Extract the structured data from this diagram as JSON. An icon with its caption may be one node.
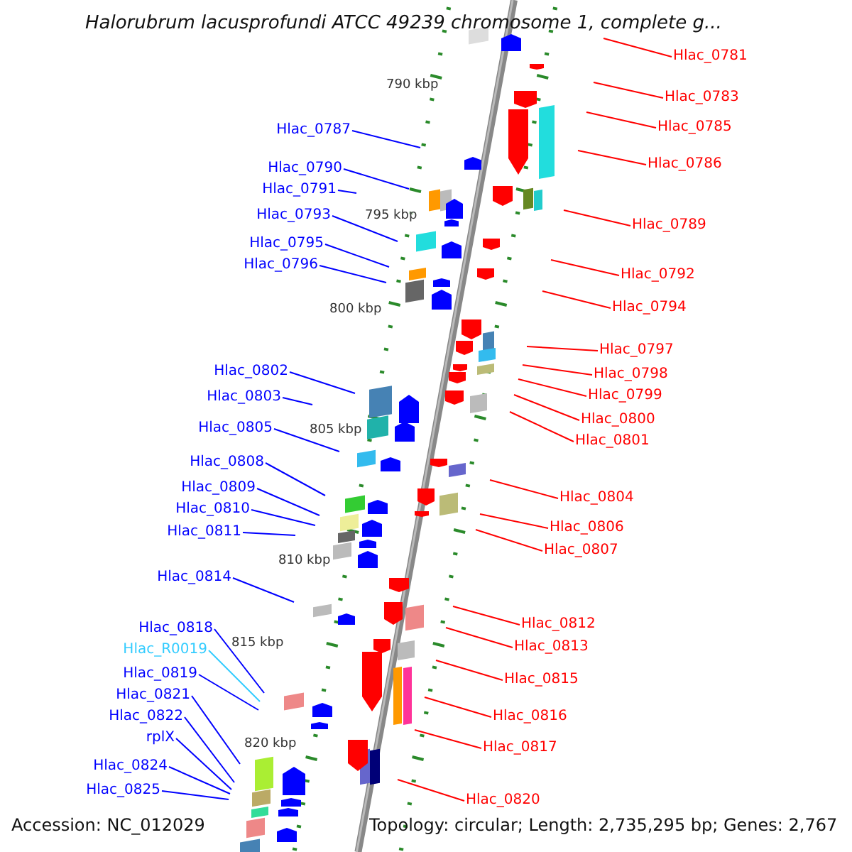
{
  "diagram": {
    "title": "Halorubrum lacusprofundi ATCC 49239 chromosome 1, complete g...",
    "nodes": [
      {
        "text": [
          "Hlac_0787"
        ]
      },
      {
        "text": [
          "Hlac_0790"
        ]
      },
      {
        "text": [
          "Hlac_0791"
        ]
      },
      {
        "text": [
          "Hlac_0793"
        ]
      },
      {
        "text": [
          "Hlac_0795"
        ]
      },
      {
        "text": [
          "Hlac_0796"
        ]
      },
      {
        "text": [
          "Hlac_0802"
        ]
      },
      {
        "text": [
          "Hlac_0803"
        ]
      },
      {
        "text": [
          "Hlac_0805"
        ]
      },
      {
        "text": [
          "Hlac_0808"
        ]
      },
      {
        "text": [
          "Hlac_0809"
        ]
      },
      {
        "text": [
          "Hlac_0810"
        ]
      },
      {
        "text": [
          "Hlac_0811"
        ]
      },
      {
        "text": [
          "Hlac_0814"
        ]
      },
      {
        "text": [
          "Hlac_0818"
        ]
      },
      {
        "text": [
          "Hlac_R0019"
        ]
      },
      {
        "text": [
          "Hlac_0819"
        ]
      },
      {
        "text": [
          "Hlac_0821"
        ]
      },
      {
        "text": [
          "Hlac_0822"
        ]
      },
      {
        "text": [
          "rplX"
        ]
      },
      {
        "text": [
          "Hlac_0824"
        ]
      },
      {
        "text": [
          "Hlac_0825"
        ]
      },
      {
        "text": [
          "Hlac_0781"
        ]
      },
      {
        "text": [
          "Hlac_0783"
        ]
      },
      {
        "text": [
          "Hlac_0785"
        ]
      },
      {
        "text": [
          "Hlac_0786"
        ]
      },
      {
        "text": [
          "Hlac_0789"
        ]
      },
      {
        "text": [
          "Hlac_0792"
        ]
      },
      {
        "text": [
          "Hlac_0794"
        ]
      },
      {
        "text": [
          "Hlac_0797"
        ]
      },
      {
        "text": [
          "Hlac_0798"
        ]
      },
      {
        "text": [
          "Hlac_0799"
        ]
      },
      {
        "text": [
          "Hlac_0800"
        ]
      },
      {
        "text": [
          "Hlac_0801"
        ]
      },
      {
        "text": [
          "Hlac_0804"
        ]
      },
      {
        "text": [
          "Hlac_0806"
        ]
      },
      {
        "text": [
          "Hlac_0807"
        ]
      },
      {
        "text": [
          "Hlac_0812"
        ]
      },
      {
        "text": [
          "Hlac_0813"
        ]
      },
      {
        "text": [
          "Hlac_0815"
        ]
      },
      {
        "text": [
          "Hlac_0816"
        ]
      },
      {
        "text": [
          "Hlac_0817"
        ]
      },
      {
        "text": [
          "Hlac_0820"
        ]
      }
    ],
    "edges": [
      {
        "from": 0,
        "to": null,
        "arrow": "none"
      },
      {
        "from": 1,
        "to": null,
        "arrow": "none"
      },
      {
        "from": 2,
        "to": null,
        "arrow": "none"
      },
      {
        "from": 3,
        "to": null,
        "arrow": "none"
      },
      {
        "from": 4,
        "to": null,
        "arrow": "none"
      },
      {
        "from": 5,
        "to": null,
        "arrow": "none"
      },
      {
        "from": 6,
        "to": null,
        "arrow": "none"
      },
      {
        "from": 7,
        "to": null,
        "arrow": "none"
      },
      {
        "from": 8,
        "to": null,
        "arrow": "none"
      },
      {
        "from": 9,
        "to": null,
        "arrow": "none"
      },
      {
        "from": 10,
        "to": null,
        "arrow": "none"
      },
      {
        "from": 11,
        "to": null,
        "arrow": "none"
      },
      {
        "from": 12,
        "to": null,
        "arrow": "none"
      },
      {
        "from": 13,
        "to": null,
        "arrow": "none"
      },
      {
        "from": 14,
        "to": null,
        "arrow": "none"
      },
      {
        "from": 15,
        "to": null,
        "arrow": "none",
        "color": "#33ccff"
      },
      {
        "from": 16,
        "to": null,
        "arrow": "none"
      },
      {
        "from": 17,
        "to": null,
        "arrow": "none"
      },
      {
        "from": 18,
        "to": null,
        "arrow": "none"
      },
      {
        "from": 19,
        "to": null,
        "arrow": "none"
      },
      {
        "from": 20,
        "to": null,
        "arrow": "none"
      },
      {
        "from": 21,
        "to": null,
        "arrow": "none"
      },
      {
        "from": 22,
        "to": null,
        "arrow": "none",
        "color": "#ff0000"
      },
      {
        "from": 23,
        "to": null,
        "arrow": "none",
        "color": "#ff0000"
      },
      {
        "from": 24,
        "to": null,
        "arrow": "none",
        "color": "#ff0000"
      },
      {
        "from": 25,
        "to": null,
        "arrow": "none",
        "color": "#ff0000"
      },
      {
        "from": 26,
        "to": null,
        "arrow": "none",
        "color": "#ff0000"
      },
      {
        "from": 27,
        "to": null,
        "arrow": "none",
        "color": "#ff0000"
      },
      {
        "from": 28,
        "to": null,
        "arrow": "none",
        "color": "#ff0000"
      },
      {
        "from": 29,
        "to": null,
        "arrow": "none",
        "color": "#ff0000"
      },
      {
        "from": 30,
        "to": null,
        "arrow": "none",
        "color": "#ff0000"
      },
      {
        "from": 31,
        "to": null,
        "arrow": "none",
        "color": "#ff0000"
      },
      {
        "from": 32,
        "to": null,
        "arrow": "none",
        "color": "#ff0000"
      },
      {
        "from": 33,
        "to": null,
        "arrow": "none",
        "color": "#ff0000"
      },
      {
        "from": 34,
        "to": null,
        "arrow": "none",
        "color": "#ff0000"
      },
      {
        "from": 35,
        "to": null,
        "arrow": "none",
        "color": "#ff0000"
      },
      {
        "from": 36,
        "to": null,
        "arrow": "none",
        "color": "#ff0000"
      },
      {
        "from": 37,
        "to": null,
        "arrow": "none",
        "color": "#ff0000"
      },
      {
        "from": 38,
        "to": null,
        "arrow": "none",
        "color": "#ff0000"
      },
      {
        "from": 39,
        "to": null,
        "arrow": "none",
        "color": "#ff0000"
      },
      {
        "from": 40,
        "to": null,
        "arrow": "none",
        "color": "#ff0000"
      },
      {
        "from": 41,
        "to": null,
        "arrow": "none",
        "color": "#ff0000"
      },
      {
        "from": 42,
        "to": null,
        "arrow": "none",
        "color": "#ff0000"
      }
    ],
    "labels": [
      "790 kbp",
      "795 kbp",
      "800 kbp",
      "805 kbp",
      "810 kbp",
      "815 kbp",
      "820 kbp",
      "Accession: NC_012029",
      "Topology: circular; Length: 2,735,295 bp; Genes: 2,767"
    ]
  }
}
